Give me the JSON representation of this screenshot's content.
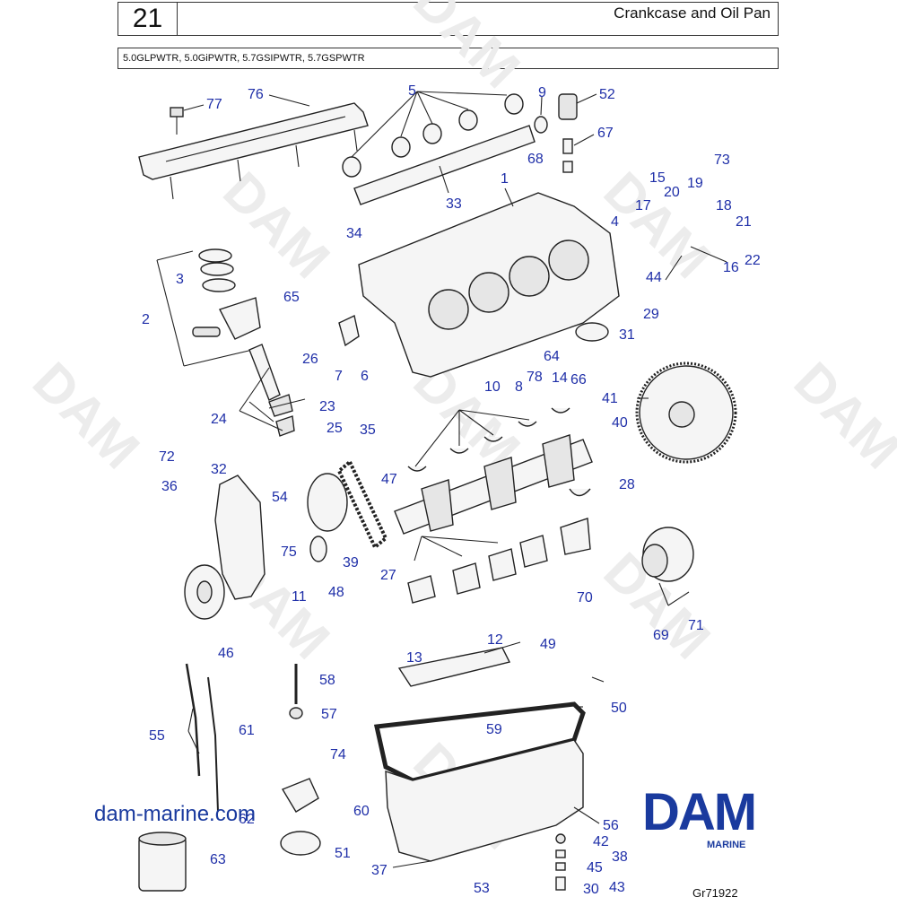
{
  "header": {
    "page_number": "21",
    "title": "Crankcase and Oil Pan",
    "models": "5.0GLPWTR, 5.0GiPWTR, 5.7GSIPWTR, 5.7GSPWTR"
  },
  "watermark": {
    "text": "DAM"
  },
  "website": "dam-marine.com",
  "logo": {
    "text": "DAM",
    "subtitle": "MARINE",
    "color": "#1a3a9e"
  },
  "diagram_code": "Gr71922",
  "callout_color": "#1f2fa8",
  "callouts": [
    "77",
    "76",
    "5",
    "9",
    "52",
    "67",
    "68",
    "33",
    "34",
    "1",
    "4",
    "17",
    "15",
    "20",
    "19",
    "73",
    "18",
    "21",
    "22",
    "16",
    "44",
    "3",
    "2",
    "65",
    "26",
    "7",
    "6",
    "10",
    "8",
    "78",
    "64",
    "14",
    "66",
    "29",
    "31",
    "41",
    "40",
    "24",
    "23",
    "25",
    "35",
    "72",
    "32",
    "36",
    "54",
    "75",
    "11",
    "39",
    "48",
    "47",
    "27",
    "28",
    "70",
    "69",
    "71",
    "46",
    "13",
    "12",
    "49",
    "58",
    "57",
    "55",
    "61",
    "50",
    "59",
    "74",
    "60",
    "62",
    "51",
    "63",
    "56",
    "42",
    "38",
    "45",
    "37",
    "53",
    "30",
    "43"
  ]
}
